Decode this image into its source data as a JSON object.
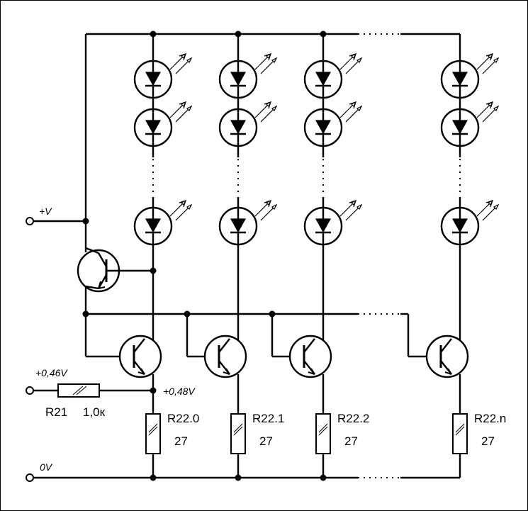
{
  "terminals": {
    "supply": "+V",
    "input": "+0,46V",
    "ground": "0V"
  },
  "nodes": {
    "emitter_voltage": "+0,48V"
  },
  "input_resistor": {
    "ref": "R21",
    "value": "1,0к"
  },
  "column_resistors": [
    {
      "ref": "R22.0",
      "value": "27"
    },
    {
      "ref": "R22.1",
      "value": "27"
    },
    {
      "ref": "R22.2",
      "value": "27"
    },
    {
      "ref": "R22.n",
      "value": "27"
    }
  ],
  "colors": {
    "line": "#000000",
    "background": "#ffffff"
  },
  "icons": [
    "led-icon",
    "npn-transistor-icon",
    "pnp-transistor-icon",
    "resistor-icon",
    "terminal-icon"
  ]
}
